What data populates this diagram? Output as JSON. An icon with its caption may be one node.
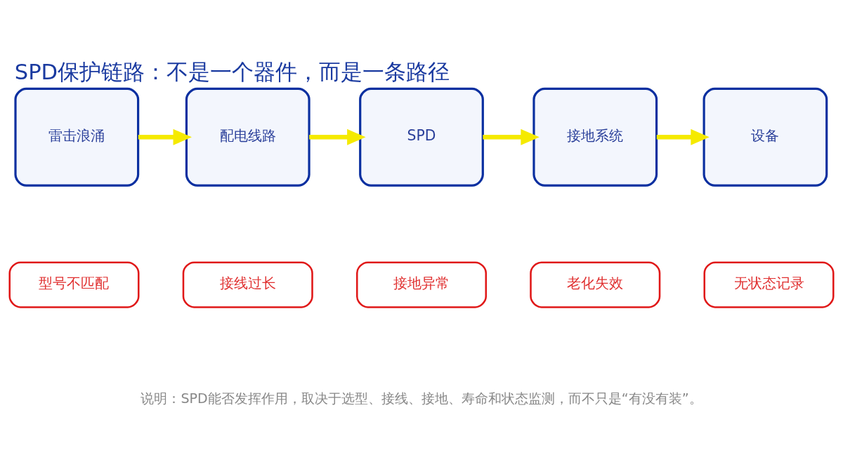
{
  "diagram": {
    "title": "SPD保护链路：不是一个器件，而是一条路径",
    "caption": "说明：SPD能否发挥作用，取决于选型、接线、接地、寿命和状态监测，而不只是“有没有装”。",
    "nodes": [
      {
        "text": [
          "雷击浪涌"
        ]
      },
      {
        "text": [
          "配电线路"
        ]
      },
      {
        "text": [
          "SPD"
        ]
      },
      {
        "text": [
          "接地系统"
        ]
      },
      {
        "text": [
          "设备"
        ]
      },
      {
        "text": [
          "型号不匹配"
        ]
      },
      {
        "text": [
          "接线过长"
        ]
      },
      {
        "text": [
          "接地异常"
        ]
      },
      {
        "text": [
          "老化失效"
        ]
      },
      {
        "text": [
          "无状态记录"
        ]
      }
    ],
    "edges": [
      {
        "from": 0,
        "to": 1,
        "arrow": "to"
      },
      {
        "from": 1,
        "to": 2,
        "arrow": "to"
      },
      {
        "from": 2,
        "to": 3,
        "arrow": "to"
      },
      {
        "from": 3,
        "to": 4,
        "arrow": "to"
      }
    ]
  }
}
